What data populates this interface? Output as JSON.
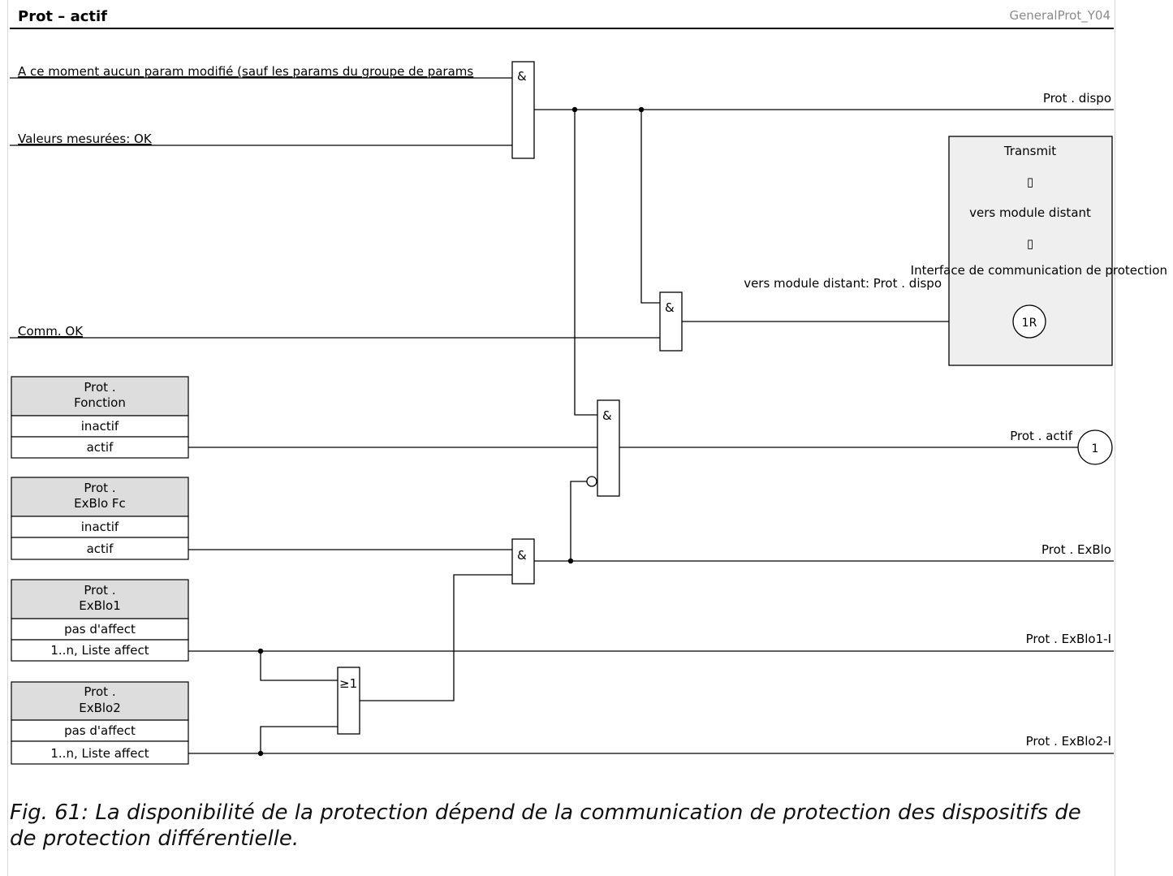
{
  "header": {
    "title": "Prot – actif",
    "ref": "GeneralProt_Y04"
  },
  "inputs": {
    "param_mod": "A ce moment aucun param modifié (sauf les params du groupe de params",
    "measured": "Valeurs mesurées: OK",
    "comm_ok": "Comm. OK"
  },
  "gates": {
    "and_symbol": "&",
    "or_symbol": "≥1"
  },
  "param_boxes": [
    {
      "title_line1": "Prot .",
      "title_line2": "Fonction",
      "opt1": "inactif",
      "opt2": "actif"
    },
    {
      "title_line1": "Prot .",
      "title_line2": "ExBlo Fc",
      "opt1": "inactif",
      "opt2": "actif"
    },
    {
      "title_line1": "Prot .",
      "title_line2": "ExBlo1",
      "opt1": "pas d'affect",
      "opt2": "1..n, Liste affect"
    },
    {
      "title_line1": "Prot .",
      "title_line2": "ExBlo2",
      "opt1": "pas d'affect",
      "opt2": "1..n, Liste affect"
    }
  ],
  "outputs": {
    "dispo": "Prot . dispo",
    "actif": "Prot . actif",
    "exblo": "Prot . ExBlo",
    "exblo1": "Prot . ExBlo1-I",
    "exblo2": "Prot . ExBlo2-I",
    "actif_ref": "1"
  },
  "transmit": {
    "title": "Transmit",
    "glyph": "▯",
    "line2": "vers module distant",
    "line3": "Interface de communication de protection",
    "signal": "vers module distant: Prot . dispo",
    "ref": "1R"
  },
  "caption": "Fig. 61: La disponibilité de la protection dépend de la communication de protection des dispositifs de de protection différentielle."
}
